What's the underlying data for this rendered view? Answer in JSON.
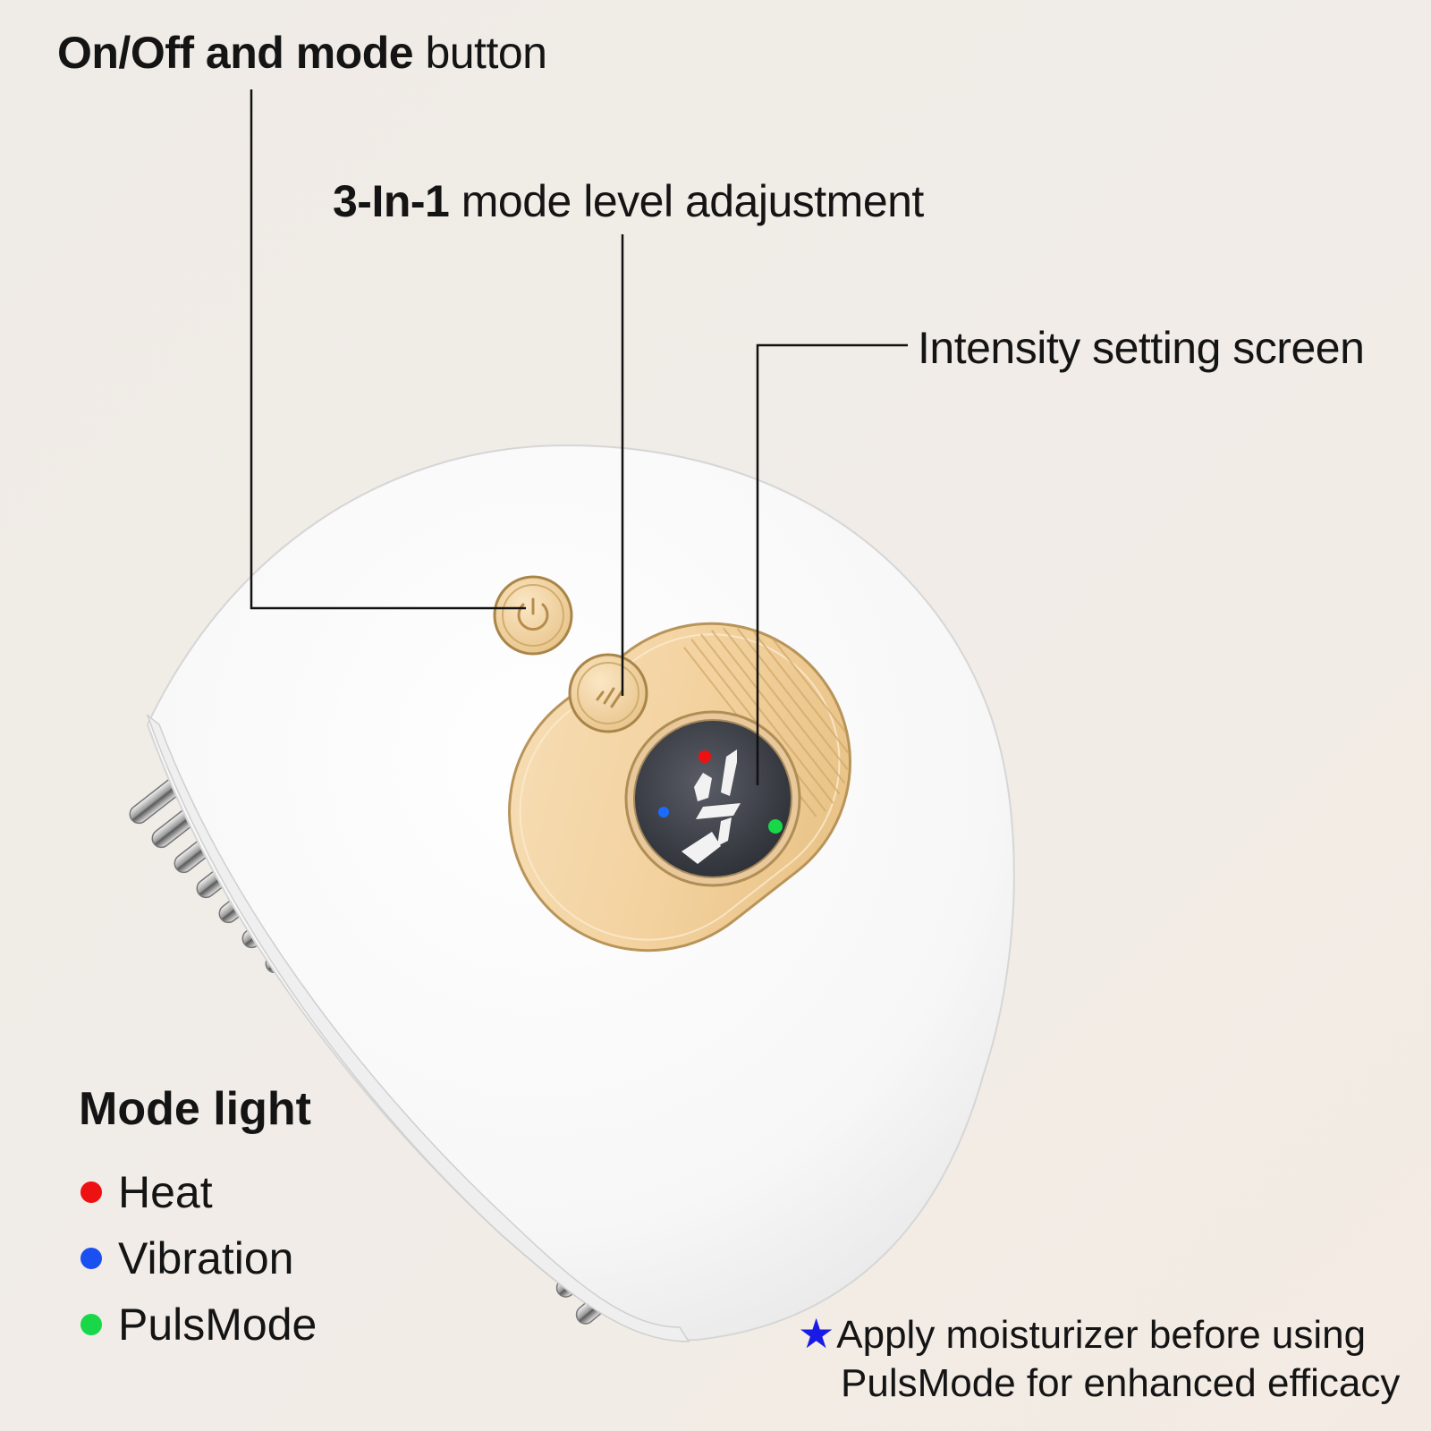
{
  "callouts": {
    "onoff": {
      "bold": "On/Off and mode",
      "rest": " button"
    },
    "level": {
      "bold": "3-In-1",
      "rest": " mode level adajustment"
    },
    "screen": {
      "text": "Intensity setting screen"
    }
  },
  "legend": {
    "title": "Mode light",
    "items": [
      {
        "label": "Heat",
        "color": "#ee1111"
      },
      {
        "label": "Vibration",
        "color": "#1a4ff0"
      },
      {
        "label": "PulsMode",
        "color": "#18d84a"
      }
    ]
  },
  "note": {
    "star": "★",
    "line1": "Apply moisturizer before using",
    "line2": "PulsMode for enhanced efficacy"
  },
  "device": {
    "screen_digit": "4",
    "icons": [
      "power-icon",
      "level-icon"
    ]
  }
}
